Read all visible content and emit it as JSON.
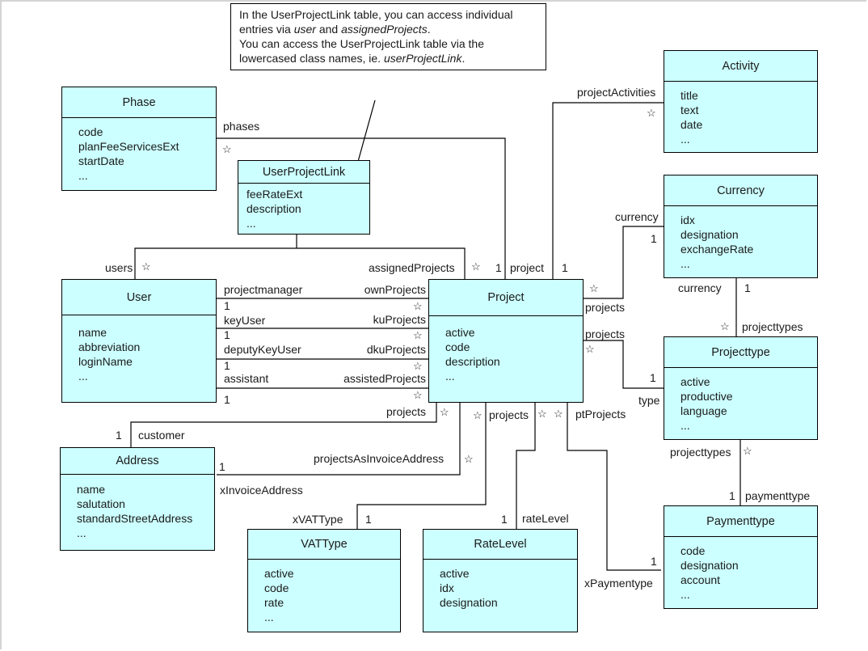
{
  "note": {
    "line1": "In the UserProjectLink table, you can access individual",
    "line2_pre": "entries via ",
    "line2_em1": "user",
    "line2_mid": " and ",
    "line2_em2": "assignedProjects",
    "line2_post": ".",
    "line3": "You can access the UserProjectLink table via the",
    "line4_pre": "lowercased class names, ie. ",
    "line4_em": "userProjectLink",
    "line4_post": "."
  },
  "classes": {
    "phase": {
      "name": "Phase",
      "attrs": [
        "code",
        "planFeeServicesExt",
        "startDate",
        "..."
      ]
    },
    "userProjectLink": {
      "name": "UserProjectLink",
      "attrs": [
        "feeRateExt",
        "description",
        "..."
      ]
    },
    "user": {
      "name": "User",
      "attrs": [
        "name",
        "abbreviation",
        "loginName",
        "..."
      ]
    },
    "project": {
      "name": "Project",
      "attrs": [
        "active",
        "code",
        "description",
        "..."
      ]
    },
    "activity": {
      "name": "Activity",
      "attrs": [
        "title",
        "text",
        "date",
        "..."
      ]
    },
    "currency": {
      "name": "Currency",
      "attrs": [
        "idx",
        "designation",
        "exchangeRate",
        "..."
      ]
    },
    "projecttype": {
      "name": "Projecttype",
      "attrs": [
        "active",
        "productive",
        "language",
        "..."
      ]
    },
    "paymenttype": {
      "name": "Paymenttype",
      "attrs": [
        "code",
        "designation",
        "account",
        "..."
      ]
    },
    "address": {
      "name": "Address",
      "attrs": [
        "name",
        "salutation",
        "standardStreetAddress",
        "..."
      ]
    },
    "vatType": {
      "name": "VATType",
      "attrs": [
        "active",
        "code",
        "rate",
        "..."
      ]
    },
    "rateLevel": {
      "name": "RateLevel",
      "attrs": [
        "active",
        "idx",
        "designation"
      ]
    }
  },
  "roles": {
    "phases": "phases",
    "users": "users",
    "assignedProjects": "assignedProjects",
    "project": "project",
    "projectActivities": "projectActivities",
    "projectmanager": "projectmanager",
    "ownProjects": "ownProjects",
    "keyUser": "keyUser",
    "kuProjects": "kuProjects",
    "deputyKeyUser": "deputyKeyUser",
    "dkuProjects": "dkuProjects",
    "assistant": "assistant",
    "assistedProjects": "assistedProjects",
    "currency_left": "currency",
    "currency_bottom": "currency",
    "projects_currency": "projects",
    "projects_type": "projects",
    "type": "type",
    "projecttypes_top": "projecttypes",
    "projecttypes_bottom": "projecttypes",
    "paymenttype": "paymenttype",
    "xPaymentype": "xPaymentype",
    "ptProjects": "ptProjects",
    "projects_customer": "projects",
    "customer": "customer",
    "projectsAsInvoiceAddress": "projectsAsInvoiceAddress",
    "xInvoiceAddress": "xInvoiceAddress",
    "projects_vat": "projects",
    "xVATType": "xVATType",
    "rateLevel": "rateLevel"
  },
  "multiplicity": {
    "one": "1",
    "many": "☆"
  }
}
